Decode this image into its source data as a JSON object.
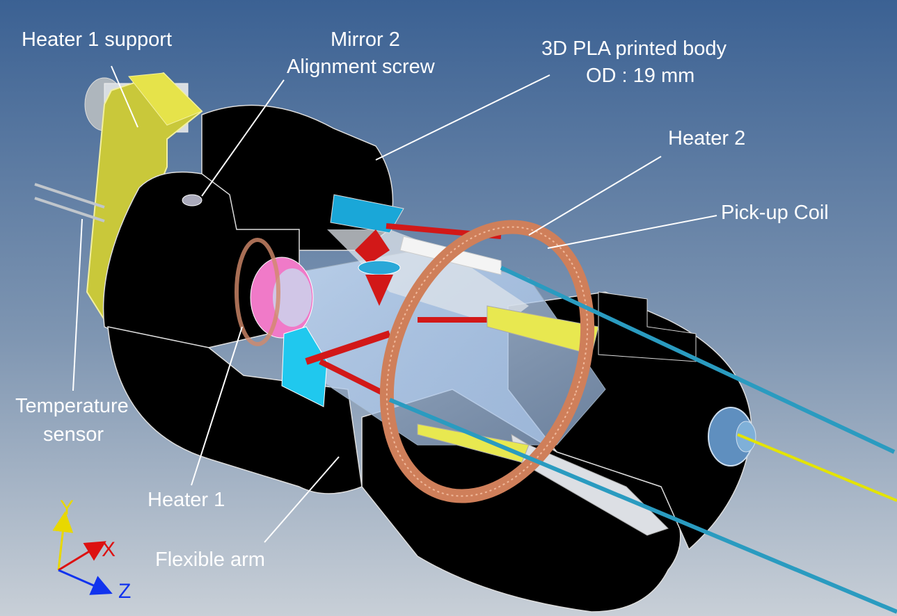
{
  "labels": {
    "heater1_support": "Heater 1 support",
    "mirror2_line1": "Mirror 2",
    "mirror2_line2": "Alignment screw",
    "body_line1": "3D PLA printed body",
    "body_line2": "OD : 19 mm",
    "heater2": "Heater 2",
    "pickup_coil": "Pick-up Coil",
    "temp_line1": "Temperature",
    "temp_line2": "sensor",
    "heater1": "Heater 1",
    "flexible_arm": "Flexible arm"
  },
  "axes": {
    "y": "Y",
    "x": "X",
    "z": "Z"
  },
  "colors": {
    "bg_top": "#3d6496",
    "bg_bottom": "#c6cdd5",
    "body": "#000000",
    "yellow": "#c8c832",
    "copper": "#d28a6a",
    "fiber": "#2a9bc0",
    "laser": "#cc1111",
    "pink": "#f07ac8",
    "prism": "#20c8ee",
    "axis_y": "#e8d800",
    "axis_x": "#dd1111",
    "axis_z": "#1133ee"
  }
}
